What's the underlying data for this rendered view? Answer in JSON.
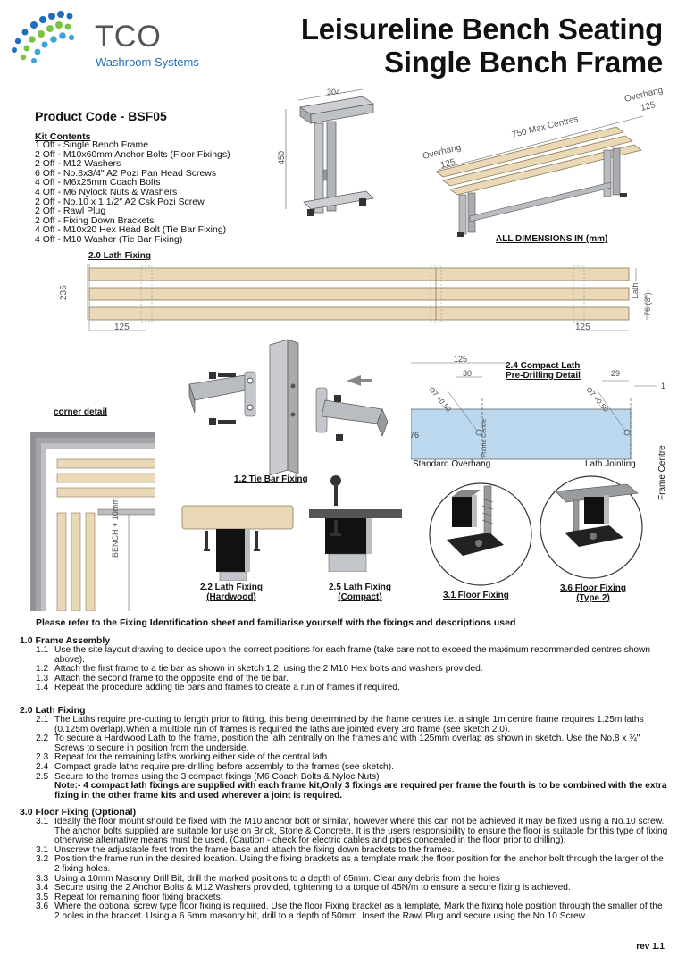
{
  "logo": {
    "brand": "TCO",
    "sub": "Washroom Systems"
  },
  "title": {
    "line1": "Leisureline Bench Seating",
    "line2": "Single Bench Frame"
  },
  "product_code": "Product Code - BSF05",
  "kit": {
    "heading": "Kit Contents",
    "items": [
      "1 Off - Single Bench Frame",
      "2 Off - M10x60mm Anchor Bolts (Floor Fixings)",
      "2 Off - M12 Washers",
      "6 Off - No.8x3/4\" A2 Pozi Pan Head Screws",
      "4 Off - M6x25mm Coach Bolts",
      "4 Off - M6 Nylock Nuts & Washers",
      "2 Off - No.10 x 1 1/2\" A2 Csk Pozi Screw",
      "2 Off - Rawl Plug",
      "2 Off - Fixing Down Brackets",
      "4 Off - M10x20 Hex Head Bolt (Tie Bar Fixing)",
      "4 Off - M10 Washer (Tie Bar Fixing)"
    ]
  },
  "frame_dims": {
    "width": "304",
    "height": "450"
  },
  "bench_dims": {
    "overhang_left": "Overhang",
    "overhang_left_val": "125",
    "centres": "750 Max Centres",
    "overhang_right": "Overhang",
    "overhang_right_val": "125"
  },
  "all_dims": "ALL DIMENSIONS IN (mm)",
  "lath_fixing": {
    "label": "2.0 Lath Fixing",
    "d235": "235",
    "d125a": "125",
    "d125b": "125",
    "lath": "Lath",
    "lath_size": "76 (3\")"
  },
  "corner_detail": "corner detail",
  "bench_10": "BENCH + 10mm",
  "tie_bar": "1.2 Tie Bar Fixing",
  "compact": {
    "label1": "2.4 Compact Lath",
    "label2": "Pre-Drilling Detail",
    "d125": "125",
    "d30": "30",
    "d29": "29",
    "d1": "1",
    "d76": "76",
    "hole_l": "Ø7 +0.50",
    "hole_r": "Ø7 +0.50",
    "frame_centre": "Frame Centre",
    "standard": "Standard Overhang",
    "jointing": "Lath Jointing",
    "frame_centre_side": "Frame Centre"
  },
  "fix22": {
    "line1": "2.2 Lath Fixing",
    "line2": "(Hardwood)"
  },
  "fix25": {
    "line1": "2.5 Lath Fixing",
    "line2": "(Compact)"
  },
  "fix31": "3.1 Floor Fixing",
  "fix36": {
    "line1": "3.6 Floor Fixing",
    "line2": "(Type 2)"
  },
  "refer": "Please refer to the Fixing Identification sheet and familiarise yourself with the fixings and descriptions used",
  "sections": [
    {
      "heading": "1.0 Frame Assembly",
      "steps": [
        {
          "n": "1.1",
          "t": "Use the site layout drawing to decide upon the correct positions for each frame (take care not to exceed the maximum recommended centres shown above)."
        },
        {
          "n": "1.2",
          "t": "Attach the first frame to a tie bar as shown in sketch 1.2, using the 2 M10 Hex bolts and washers provided."
        },
        {
          "n": "1.3",
          "t": "Attach the second frame to the opposite end of the tie bar."
        },
        {
          "n": "1.4",
          "t": "Repeat the procedure adding tie bars and frames to create a run of frames if required."
        }
      ]
    },
    {
      "heading": "2.0 Lath Fixing",
      "steps": [
        {
          "n": "2.1",
          "t": "The Laths require pre-cutting to length prior to fitting, this being determined by the frame centres i.e. a single 1m centre frame requires 1.25m laths (0.125m overlap).When a multiple run of frames is required the laths are jointed every 3rd frame (see sketch 2.0)."
        },
        {
          "n": "2.2",
          "t": "To secure a Hardwood Lath to the frame, position the lath centrally on the frames  and with 125mm overlap as shown in sketch. Use the No.8 x ¾\" Screws to secure in position from the underside."
        },
        {
          "n": "2.3",
          "t": "Repeat for the remaining laths working either side of the central lath."
        },
        {
          "n": "2.4",
          "t": "Compact grade laths require pre-drilling before assembly to the frames (see sketch)."
        },
        {
          "n": "2.5",
          "t": "Secure to the frames using the 3 compact fixings (M6 Coach Bolts & Nyloc Nuts)"
        },
        {
          "n": "",
          "t": "Note:- 4 compact lath fixings are supplied with each frame kit,Only 3 fixings are required per frame the fourth is to be combined with the extra fixing in the other frame kits and used wherever a joint is required.",
          "bold": true
        }
      ]
    },
    {
      "heading": "3.0 Floor Fixing (Optional)",
      "steps": [
        {
          "n": "3.1",
          "t": "Ideally the floor mount should be fixed with the M10 anchor bolt or similar, however where this can not be achieved it may be fixed using a No.10 screw. The anchor bolts supplied are suitable for use on Brick, Stone & Concrete. It is the users responsibility to ensure the floor is suitable for this type of fixing otherwise alternative means must be used. (Caution - check for electric cables and pipes concealed in the floor prior to drilling)."
        },
        {
          "n": "3.1",
          "t": "Unscrew the adjustable feet from the frame base and attach the fixing down brackets to the frames."
        },
        {
          "n": "3.2",
          "t": "Position the frame run in the desired location. Using the fixing brackets as a template mark the floor position for the anchor bolt through the larger of the 2 fixing holes."
        },
        {
          "n": "3.3",
          "t": "Using a 10mm Masonry Drill Bit, drill the marked positions to a depth of 65mm. Clear any debris from the holes"
        },
        {
          "n": "3.4",
          "t": "Secure using the 2 Anchor Bolts & M12 Washers provided, tightening to a torque of 45N/m to ensure a secure fixing is achieved."
        },
        {
          "n": "3.5",
          "t": "Repeat for remaining floor fixing brackets."
        },
        {
          "n": "3.6",
          "t": "Where the optional screw type floor fixing is required. Use the floor Fixing bracket as a template, Mark the fixing hole position through the smaller of the 2 holes in the bracket. Using a 6.5mm masonry bit, drill to a depth of 50mm. Insert the Rawl Plug and secure using the No.10 Screw."
        }
      ]
    }
  ],
  "rev": "rev 1.1",
  "colors": {
    "wood": "#e9d9b6",
    "wood_edge": "#8a7a5a",
    "steel": "#b9bcc0",
    "compact": "#bcd8ef",
    "logo_blue": "#1e6fb8",
    "logo_green": "#7cc242"
  }
}
